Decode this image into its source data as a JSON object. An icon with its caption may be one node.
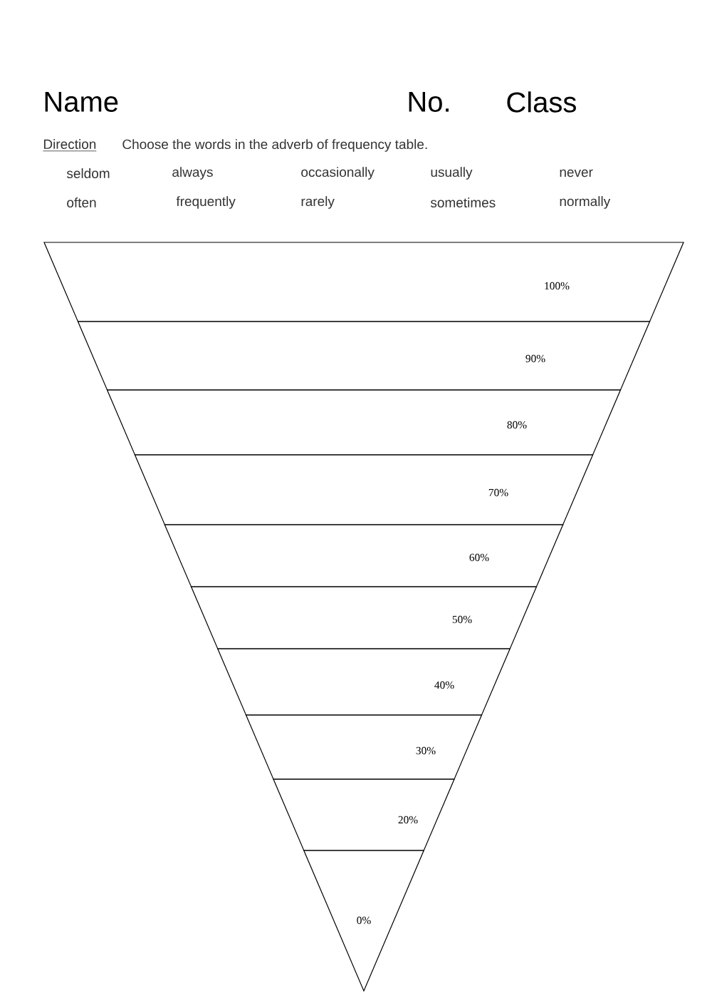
{
  "diagram": {
    "nodes": [
      {
        "text": [
          "100%"
        ]
      },
      {
        "text": [
          "90%"
        ]
      },
      {
        "text": [
          "80%"
        ]
      },
      {
        "text": [
          "70%"
        ]
      },
      {
        "text": [
          "60%"
        ]
      },
      {
        "text": [
          "50%"
        ]
      },
      {
        "text": [
          "40%"
        ]
      },
      {
        "text": [
          "30%"
        ]
      },
      {
        "text": [
          "20%"
        ]
      },
      {
        "text": [
          "0%"
        ]
      }
    ],
    "labels": [
      "Name",
      "No.",
      "Class",
      "Direction",
      "Choose the words in the adverb of frequency table.",
      "seldom",
      "always",
      "occasionally",
      "usually",
      "never",
      "often",
      "frequently",
      "rarely",
      "sometimes",
      "normally"
    ]
  }
}
